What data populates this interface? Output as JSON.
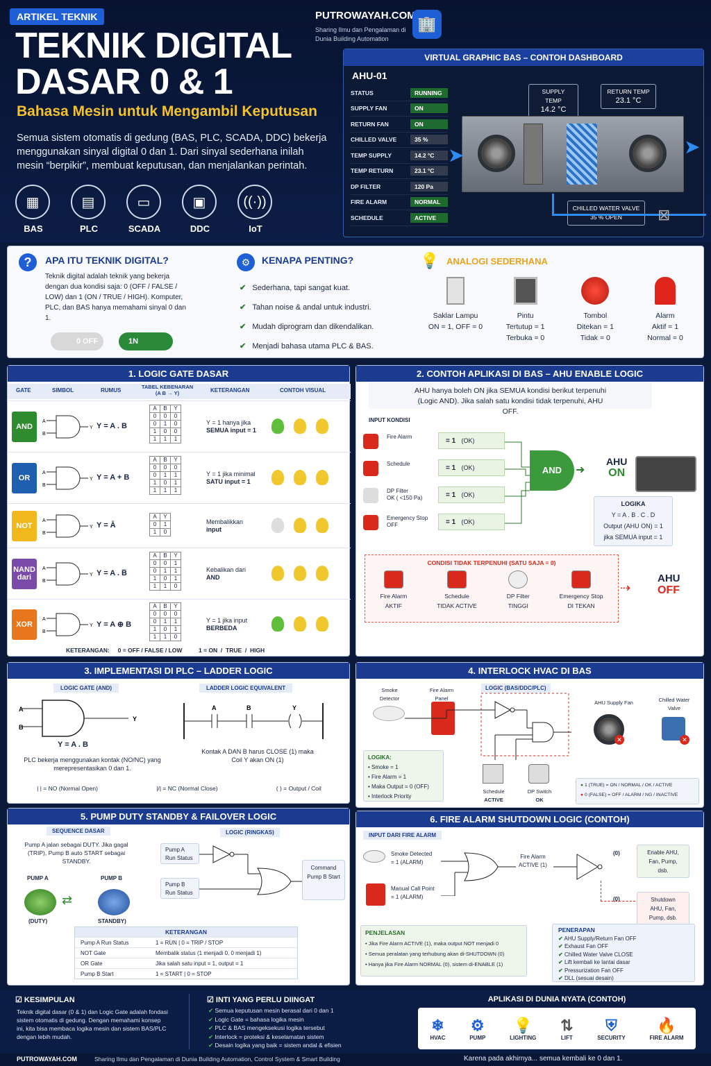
{
  "hero": {
    "tag": "ARTIKEL TEKNIK",
    "title1": "TEKNIK DIGITAL",
    "title2": "DASAR 0 & 1",
    "subtitle": "Bahasa Mesin untuk Mengambil Keputusan",
    "intro": "Semua sistem otomatis di gedung (BAS, PLC, SCADA, DDC) bekerja menggunakan sinyal digital 0 dan 1. Dari sinyal sederhana inilah mesin “berpikir”, membuat keputusan, dan menjalankan perintah.",
    "icons": [
      "BAS",
      "PLC",
      "SCADA",
      "DDC",
      "IoT"
    ],
    "brand": "PUTROWAYAH.COM",
    "brand_sub": "Sharing Ilmu dan Pengalaman di Dunia Building Automation"
  },
  "dash": {
    "header": "VIRTUAL GRAPHIC BAS – CONTOH DASHBOARD",
    "unit": "AHU-01",
    "rows": [
      [
        "STATUS",
        "RUNNING"
      ],
      [
        "SUPPLY FAN",
        "ON"
      ],
      [
        "RETURN FAN",
        "ON"
      ],
      [
        "CHILLED VALVE",
        "35 %"
      ],
      [
        "TEMP SUPPLY",
        "14.2 °C"
      ],
      [
        "TEMP RETURN",
        "23.1 °C"
      ],
      [
        "DP FILTER",
        "120 Pa"
      ],
      [
        "FIRE ALARM",
        "NORMAL"
      ],
      [
        "SCHEDULE",
        "ACTIVE"
      ]
    ],
    "supply_label": "SUPPLY TEMP",
    "supply_val": "14.2 °C",
    "return_label": "RETURN TEMP",
    "return_val": "23.1 °C",
    "valve_label": "CHILLED WATER VALVE",
    "valve_val": "35 % OPEN"
  },
  "apa": {
    "title": "APA ITU TEKNIK DIGITAL?",
    "text": "Teknik digital adalah teknik yang bekerja dengan dua kondisi saja: 0 (OFF / FALSE / LOW) dan 1 (ON / TRUE / HIGH). Komputer, PLC, dan BAS hanya memahami sinyal 0 dan 1.",
    "off": "0 OFF",
    "on": "1N"
  },
  "kenapa": {
    "title": "KENAPA PENTING?",
    "items": [
      "Sederhana, tapi sangat kuat.",
      "Tahan noise & andal untuk industri.",
      "Mudah diprogram dan dikendalikan.",
      "Menjadi bahasa utama PLC & BAS."
    ]
  },
  "analogi": {
    "title": "ANALOGI SEDERHANA",
    "items": [
      [
        "Saklar Lampu",
        "ON = 1, OFF = 0"
      ],
      [
        "Pintu",
        "Tertutup = 1",
        "Terbuka = 0"
      ],
      [
        "Tombol",
        "Ditekan = 1",
        "Tidak = 0"
      ],
      [
        "Alarm",
        "Aktif = 1",
        "Normal = 0"
      ]
    ]
  },
  "s1": {
    "title": "1. LOGIC GATE DASAR",
    "cols": [
      "GATE",
      "SIMBOL",
      "RUMUS",
      "TABEL KEBENARAN (A B → Y)",
      "KETERANGAN",
      "CONTOH VISUAL"
    ],
    "gates": [
      {
        "name": "AND",
        "formula": "Y = A . B",
        "desc1": "Y = 1 hanya jika",
        "desc2": "SEMUA input = 1",
        "color": "#2e8b2e"
      },
      {
        "name": "OR",
        "formula": "Y = A + B",
        "desc1": "Y = 1 jika minimal",
        "desc2": "SATU input = 1",
        "color": "#1f5fb0"
      },
      {
        "name": "NOT",
        "formula": "Y = Ā",
        "desc1": "Membalikkan",
        "desc2": "input",
        "color": "#f0b81c"
      },
      {
        "name": "NAND dari",
        "formula": "Y = A . B̅",
        "desc1": "Kebalikan dari",
        "desc2": "AND",
        "color": "#7a4aa8"
      },
      {
        "name": "XOR",
        "formula": "Y = A ⊕ B",
        "desc1": "Y = 1 jika input",
        "desc2": "BERBEDA",
        "color": "#e8761c"
      }
    ],
    "tables": {
      "AND": [
        [
          0,
          0,
          0
        ],
        [
          0,
          1,
          0
        ],
        [
          1,
          0,
          0
        ],
        [
          1,
          1,
          1
        ]
      ],
      "OR": [
        [
          0,
          0,
          0
        ],
        [
          0,
          1,
          1
        ],
        [
          1,
          0,
          1
        ],
        [
          1,
          1,
          1
        ]
      ],
      "NOT": [
        [
          0,
          1
        ],
        [
          1,
          0
        ]
      ],
      "NAND": [
        [
          0,
          0,
          1
        ],
        [
          0,
          1,
          1
        ],
        [
          1,
          0,
          1
        ],
        [
          1,
          1,
          0
        ]
      ],
      "XOR": [
        [
          0,
          0,
          0
        ],
        [
          0,
          1,
          1
        ],
        [
          1,
          0,
          1
        ],
        [
          1,
          1,
          0
        ]
      ]
    },
    "note": "KETERANGAN:     0 = OFF / FALSE / LOW          1 = ON  /  TRUE  /  HIGH"
  },
  "s2": {
    "title": "2. CONTOH APLIKASI DI BAS – AHU ENABLE LOGIC",
    "desc": "AHU hanya boleh ON jika SEMUA kondisi berikut terpenuhi (Logic AND). Jika salah satu kondisi tidak terpenuhi, AHU OFF.",
    "input_title": "INPUT KONDISI",
    "inputs": [
      [
        "Fire Alarm",
        ""
      ],
      [
        "Schedule",
        ""
      ],
      [
        "DP Filter",
        "OK ( <150 Pa)"
      ],
      [
        "Emergency Stop",
        "OFF"
      ]
    ],
    "eq": "= 1",
    "ok": "(OK)",
    "gate": "AND",
    "ahu": "AHU",
    "on": "ON",
    "logika": "LOGIKA",
    "formula": "Y = A . B . C . D",
    "output": "Output (AHU ON) = 1",
    "output2": "jika SEMUA input = 1",
    "fail_title": "CONDISI TIDAK TERPENUHI (SATU SAJA = 0)",
    "fails": [
      [
        "Fire Alarm",
        "AKTIF"
      ],
      [
        "Schedule",
        "TIDAK ACTIVE"
      ],
      [
        "DP Filter",
        "TINGGI"
      ],
      [
        "Emergency Stop",
        "DI TEKAN"
      ]
    ],
    "off": "OFF"
  },
  "s3": {
    "title": "3. IMPLEMENTASI DI PLC – LADDER LOGIC",
    "left": "LOGIC GATE (AND)",
    "right": "LADDER LOGIC EQUIVALENT",
    "formula": "Y = A . B",
    "ltext": "PLC bekerja menggunakan kontak (NO/NC) yang merepresentasikan 0 dan 1.",
    "rtext": "Kontak A DAN B harus CLOSE (1) maka Coil Y akan ON (1)",
    "legend": [
      "| |  = NO (Normal Open)",
      "|/|  = NC (Normal Close)",
      "( )  = Output / Coil"
    ]
  },
  "s4": {
    "title": "4. INTERLOCK HVAC DI BAS",
    "smoke": "Smoke Detector",
    "fap": "Fire Alarm Panel",
    "logic": "LOGIC (BAS/DDC/PLC)",
    "fan": "AHU Supply Fan",
    "valve": "Chilled Water Valve",
    "logika_title": "LOGIKA:",
    "logika": [
      "Smoke = 1",
      "Fire Alarm = 1",
      "Maka Output = 0 (OFF)",
      "Interlock Priority"
    ],
    "sched": "Schedule",
    "sched_v": "ACTIVE",
    "dp": "DP Switch",
    "dp_v": "OK",
    "leg1": "1 (TRUE) = ON / NORMAL / OK / ACTIVE",
    "leg0": "0 (FALSE) = OFF / ALARM / NG / INACTIVE"
  },
  "s5": {
    "title": "5. PUMP DUTY STANDBY & FAILOVER LOGIC",
    "seq": "SEQUENCE DASAR",
    "seq_text": "Pump A jalan sebagai DUTY. Jika gagal (TRIP), Pump B auto START sebagai STANDBY.",
    "pa": "PUMP A",
    "pb": "PUMP B",
    "duty": "(DUTY)",
    "standby": "STANDBY)",
    "logic": "LOGIC (RINGKAS)",
    "a_status": "Pump A Run Status",
    "b_status": "Pump B Run Status",
    "cmd": "Command Pump B Start",
    "ket": "KETERANGAN",
    "rows": [
      [
        "Pump A Run Status",
        "1 = RUN  |  0 = TRIP / STOP"
      ],
      [
        "NOT Gate",
        "Membalik status (1 menjadi 0, 0 menjadi 1)"
      ],
      [
        "OR Gate",
        "Jika salah satu input = 1, output = 1"
      ],
      [
        "Pump B Start",
        "1 = START    |  0 = STOP"
      ]
    ]
  },
  "s6": {
    "title": "6. FIRE ALARM SHUTDOWN LOGIC (CONTOH)",
    "input": "INPUT DARI FIRE ALARM",
    "smoke": "Smoke Detected",
    "smoke_v": "= 1 (ALARM)",
    "mcp": "Manual Call Point",
    "mcp_v": "= 1 (ALARM)",
    "fa": "Fire Alarm",
    "fa_v": "ACTIVE (1)",
    "o0": "(0)",
    "enable": "Enable AHU, Fan, Pump, dsb.",
    "shutdown": "Shutdown AHU, Fan, Pump, dsb.",
    "pen_title": "PENJELASAN",
    "pen": [
      "Jika Fire Alarm ACTIVE (1), maka output NOT menjadi 0",
      "Semua peralatan yang terhubung akan di-SHUTDOWN (0)",
      "Hanya jika Fire Alarm NORMAL (0), sistem di-ENABLE (1)"
    ],
    "pener_title": "PENERAPAN",
    "pener": [
      "AHU Supply/Return Fan OFF",
      "Exhaust Fan OFF",
      "Chilled Water Valve CLOSE",
      "Lift kembali ke lantai dasar",
      "Pressurization Fan OFF",
      "DLL (sesuai desain)"
    ]
  },
  "footer": {
    "kes_title": "KESIMPULAN",
    "kes": "Teknik digital dasar (0 & 1) dan Logic Gate adalah fondasi sistem otomatis di gedung. Dengan memahami konsep ini, kita bisa membaca logika mesin dan sistem BAS/PLC dengan lebih mudah.",
    "inti_title": "INTI YANG PERLU DIINGAT",
    "inti": [
      "Semua keputusan mesin berasal dari 0 dan 1",
      "Logic Gate = bahasa logika mesin",
      "PLC & BAS mengeksekusi logika tersebut",
      "Interlock = proteksi & keselamatan sistem",
      "Desain logika yang baik = sistem andal & efisien"
    ],
    "apl_title": "APLIKASI DI DUNIA NYATA (CONTOH)",
    "apl": [
      "HVAC",
      "PUMP",
      "LIGHTING",
      "LIFT",
      "SECURITY",
      "FIRE ALARM"
    ],
    "brand": "PUTROWAYAH.COM",
    "tagline": "Sharing Ilmu dan Pengalaman di Dunia Building Automation, Control System & Smart Building",
    "closing": "Karena pada akhirnya... semua kembali ke 0 dan 1."
  }
}
